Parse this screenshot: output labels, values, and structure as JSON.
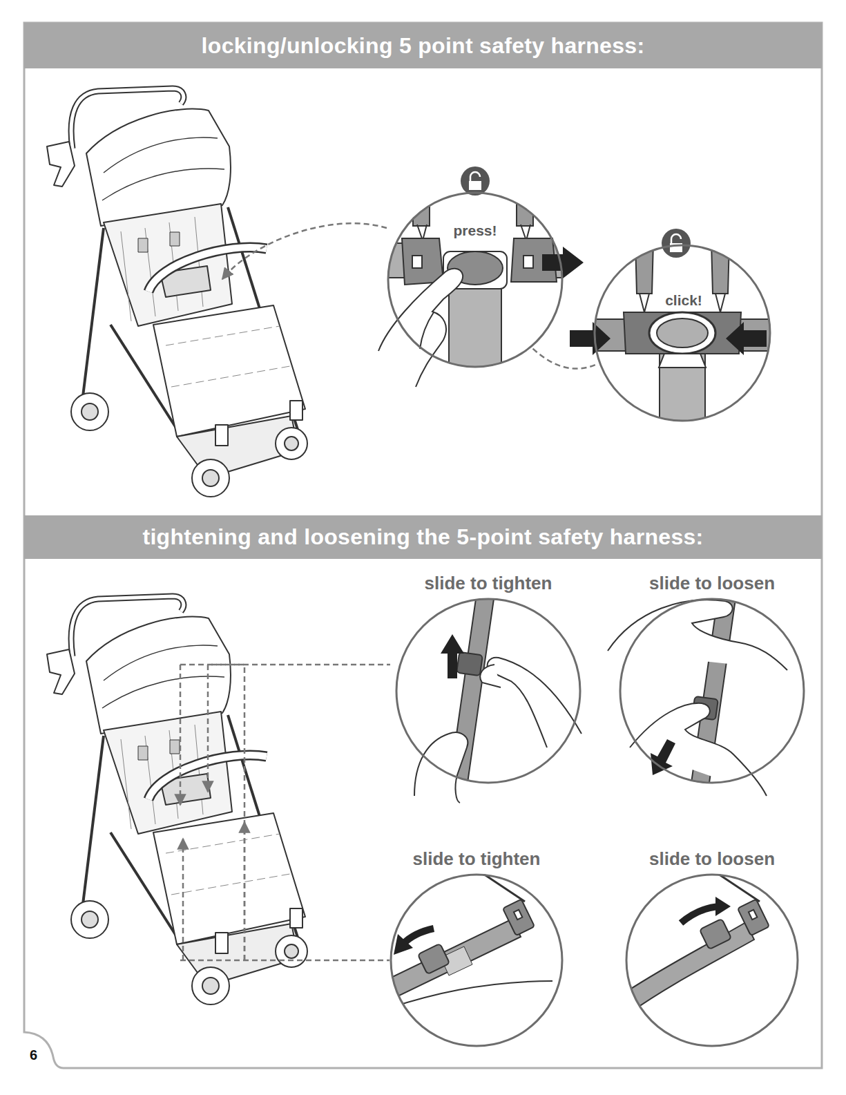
{
  "diagram": {
    "nodes": [
      {
        "text": [
          "locking/unlocking 5 point safety harness:"
        ]
      },
      {
        "text": [
          "press!"
        ]
      },
      {
        "text": [
          "click!"
        ]
      },
      {
        "text": [
          "tightening and loosening the 5-point safety harness:"
        ]
      },
      {
        "text": [
          "slide to tighten"
        ]
      },
      {
        "text": [
          "slide to loosen"
        ]
      },
      {
        "text": [
          "slide to tighten"
        ]
      },
      {
        "text": [
          "slide to loosen"
        ]
      }
    ],
    "edges": [
      {
        "from": 1,
        "to": 2,
        "arrow": "none"
      }
    ],
    "labels": [
      "6"
    ]
  }
}
